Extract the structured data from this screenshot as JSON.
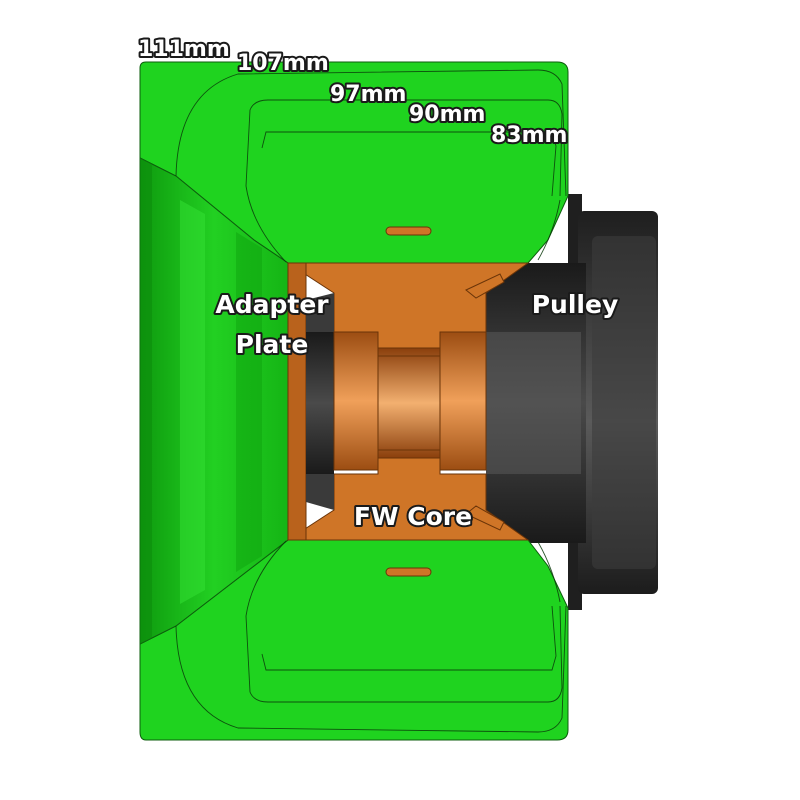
{
  "dimensions": [
    {
      "label": "111mm"
    },
    {
      "label": "107mm"
    },
    {
      "label": "97mm"
    },
    {
      "label": "90mm"
    },
    {
      "label": "83mm"
    }
  ],
  "parts": {
    "adapter_plate_line1": "Adapter",
    "adapter_plate_line2": "Plate",
    "pulley": "Pulley",
    "fw_core": "FW Core"
  },
  "colors": {
    "tire_green": "#1fd31f",
    "tire_green_dark": "#10a810",
    "core_orange": "#cf7527",
    "pulley_dark": "#2e2e2e",
    "label_fill": "#ffffff",
    "label_stroke": "#1a1a1a"
  }
}
